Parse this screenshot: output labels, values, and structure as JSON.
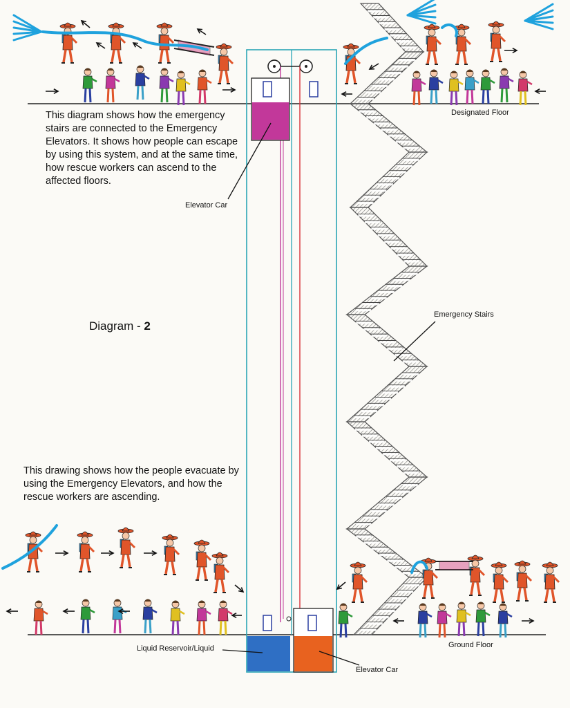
{
  "diagram_title": {
    "text": "Diagram - ",
    "number": "2"
  },
  "top_description": "This diagram shows how the emergency stairs are connected to the Emergency Elevators. It shows how people can escape by using this system, and at the same time, how rescue workers can ascend to the affected floors.",
  "bottom_description": "This drawing shows how the people evacuate by using the Emergency Elevators, and how the rescue workers are ascending.",
  "labels": {
    "elevator_car_top": "Elevator Car",
    "emergency_stairs": "Emergency Stairs",
    "designated_floor": "Designated Floor",
    "ground_floor": "Ground Floor",
    "liquid_reservoir": "Liquid Reservoir/Liquid",
    "elevator_car_bottom": "Elevator Car"
  },
  "colors": {
    "shaft_outline": "#2aa6b5",
    "cable_magenta": "#c0399a",
    "cable_red": "#d8323a",
    "car_fill_magenta": "#c2389a",
    "reservoir_blue": "#2f6fc4",
    "car_fill_orange": "#e8621f",
    "door_blue": "#2a3fa0",
    "rescue_worker_orange": "#e0552a",
    "water_blue": "#1fa2dd",
    "stairs_grey": "#555555"
  },
  "icons": [
    "firefighter-figure",
    "civilian-figure",
    "stretcher",
    "fire-hose",
    "arrow-icon",
    "pulley-icon"
  ]
}
